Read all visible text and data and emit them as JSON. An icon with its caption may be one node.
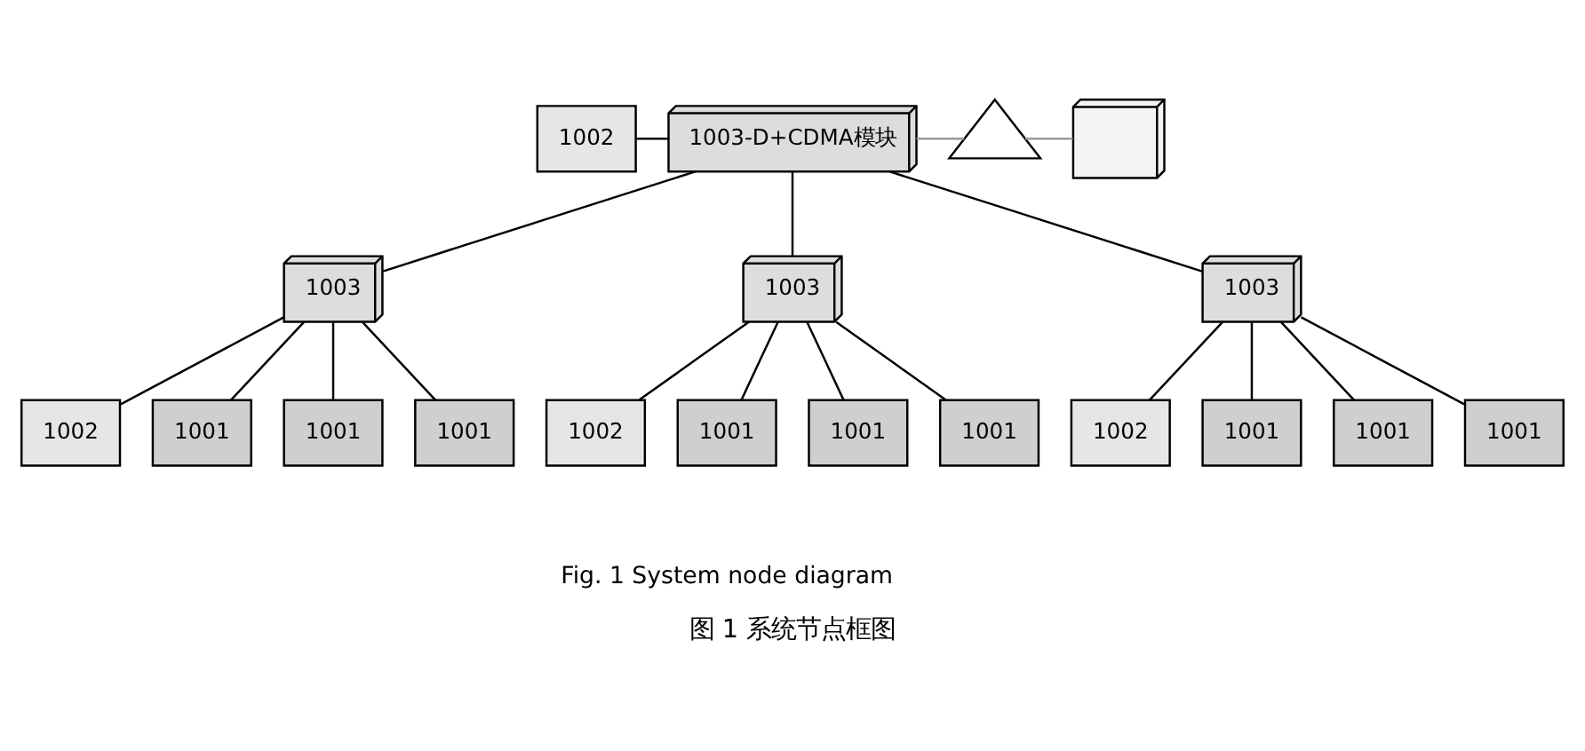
{
  "diagram": {
    "caption": "图 1 系统节点框图",
    "nodes": [
      {
        "text": [
          "1002"
        ]
      },
      {
        "text": [
          "1003-D+CDMA模块"
        ]
      },
      {
        "text": [],
        "shape": "picture"
      },
      {
        "text": [],
        "shape": "picture"
      },
      {
        "text": [
          "1003"
        ]
      },
      {
        "text": [
          "1003"
        ]
      },
      {
        "text": [
          "1003"
        ]
      },
      {
        "text": [
          "1002"
        ]
      },
      {
        "text": [
          "1001"
        ]
      },
      {
        "text": [
          "1001"
        ]
      },
      {
        "text": [
          "1001"
        ]
      },
      {
        "text": [
          "1002"
        ]
      },
      {
        "text": [
          "1001"
        ]
      },
      {
        "text": [
          "1001"
        ]
      },
      {
        "text": [
          "1001"
        ]
      },
      {
        "text": [
          "1002"
        ]
      },
      {
        "text": [
          "1001"
        ]
      },
      {
        "text": [
          "1001"
        ]
      },
      {
        "text": [
          "1001"
        ]
      }
    ],
    "edges": [
      {
        "from": 0,
        "to": 1,
        "arrow": "none"
      },
      {
        "from": 1,
        "to": 2,
        "arrow": "none",
        "color": "#999999"
      },
      {
        "from": 2,
        "to": 3,
        "arrow": "none",
        "color": "#999999"
      },
      {
        "from": 1,
        "to": 4,
        "arrow": "none"
      },
      {
        "from": 1,
        "to": 5,
        "arrow": "none"
      },
      {
        "from": 1,
        "to": 6,
        "arrow": "none"
      },
      {
        "from": 4,
        "to": 7,
        "arrow": "none"
      },
      {
        "from": 4,
        "to": 8,
        "arrow": "none"
      },
      {
        "from": 4,
        "to": 9,
        "arrow": "none"
      },
      {
        "from": 4,
        "to": 10,
        "arrow": "none"
      },
      {
        "from": 5,
        "to": 11,
        "arrow": "none"
      },
      {
        "from": 5,
        "to": 12,
        "arrow": "none"
      },
      {
        "from": 5,
        "to": 13,
        "arrow": "none"
      },
      {
        "from": 5,
        "to": 14,
        "arrow": "none"
      },
      {
        "from": 6,
        "to": 15,
        "arrow": "none"
      },
      {
        "from": 6,
        "to": 16,
        "arrow": "none"
      },
      {
        "from": 6,
        "to": 17,
        "arrow": "none"
      },
      {
        "from": 6,
        "to": 18,
        "arrow": "none"
      }
    ],
    "labels": [
      "Fig. 1 System node diagram"
    ]
  }
}
